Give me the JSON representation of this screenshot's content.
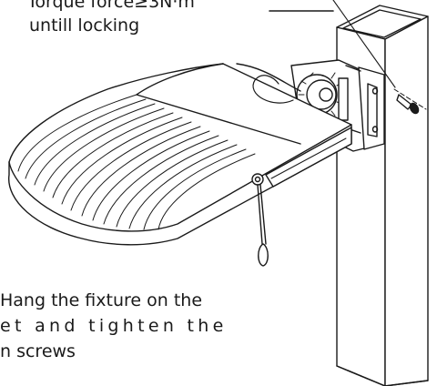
{
  "annotation_top": {
    "line1": "Torque force≥3N·m",
    "line2": "untill locking"
  },
  "annotation_bottom": {
    "line1": "Hang the fixture on the",
    "line2": "et and tighten the",
    "line3": "n screws"
  },
  "colors": {
    "stroke": "#1a1a1a",
    "fill": "#ffffff"
  }
}
